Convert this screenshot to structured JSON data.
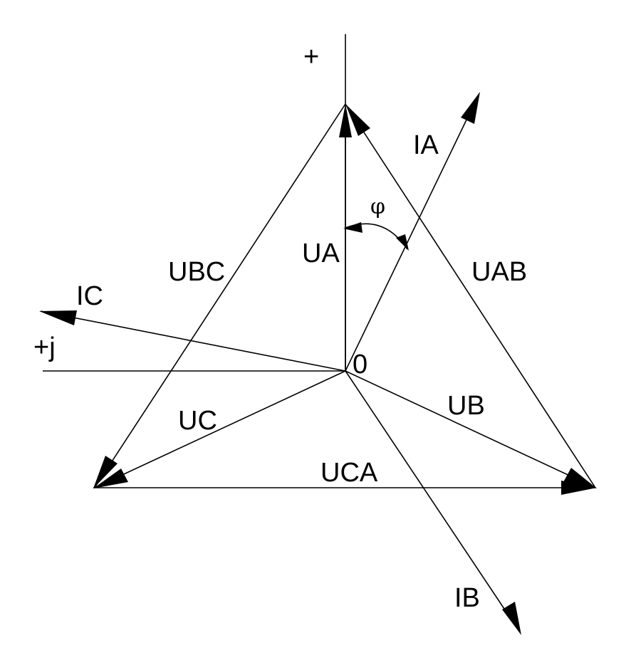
{
  "labels": {
    "plus_axis": "+",
    "plus_j_axis": "+j",
    "origin": "0",
    "UA": "UA",
    "UB": "UB",
    "UC": "UC",
    "UAB": "UAB",
    "UBC": "UBC",
    "UCA": "UCA",
    "IA": "IA",
    "IB": "IB",
    "IC": "IC",
    "phi": "φ"
  },
  "colors": {
    "line": "#000000",
    "background": "#ffffff"
  }
}
